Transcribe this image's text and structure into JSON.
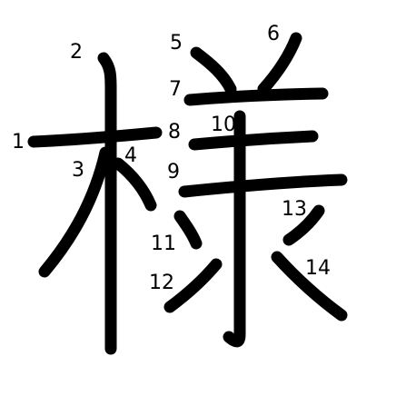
{
  "character": "様",
  "stroke_count": 14,
  "stroke_numbers": [
    "1",
    "2",
    "3",
    "4",
    "5",
    "6",
    "7",
    "8",
    "9",
    "10",
    "11",
    "12",
    "13",
    "14"
  ],
  "colors": {
    "stroke": "#000000",
    "number": "#000000",
    "background": "#ffffff"
  }
}
